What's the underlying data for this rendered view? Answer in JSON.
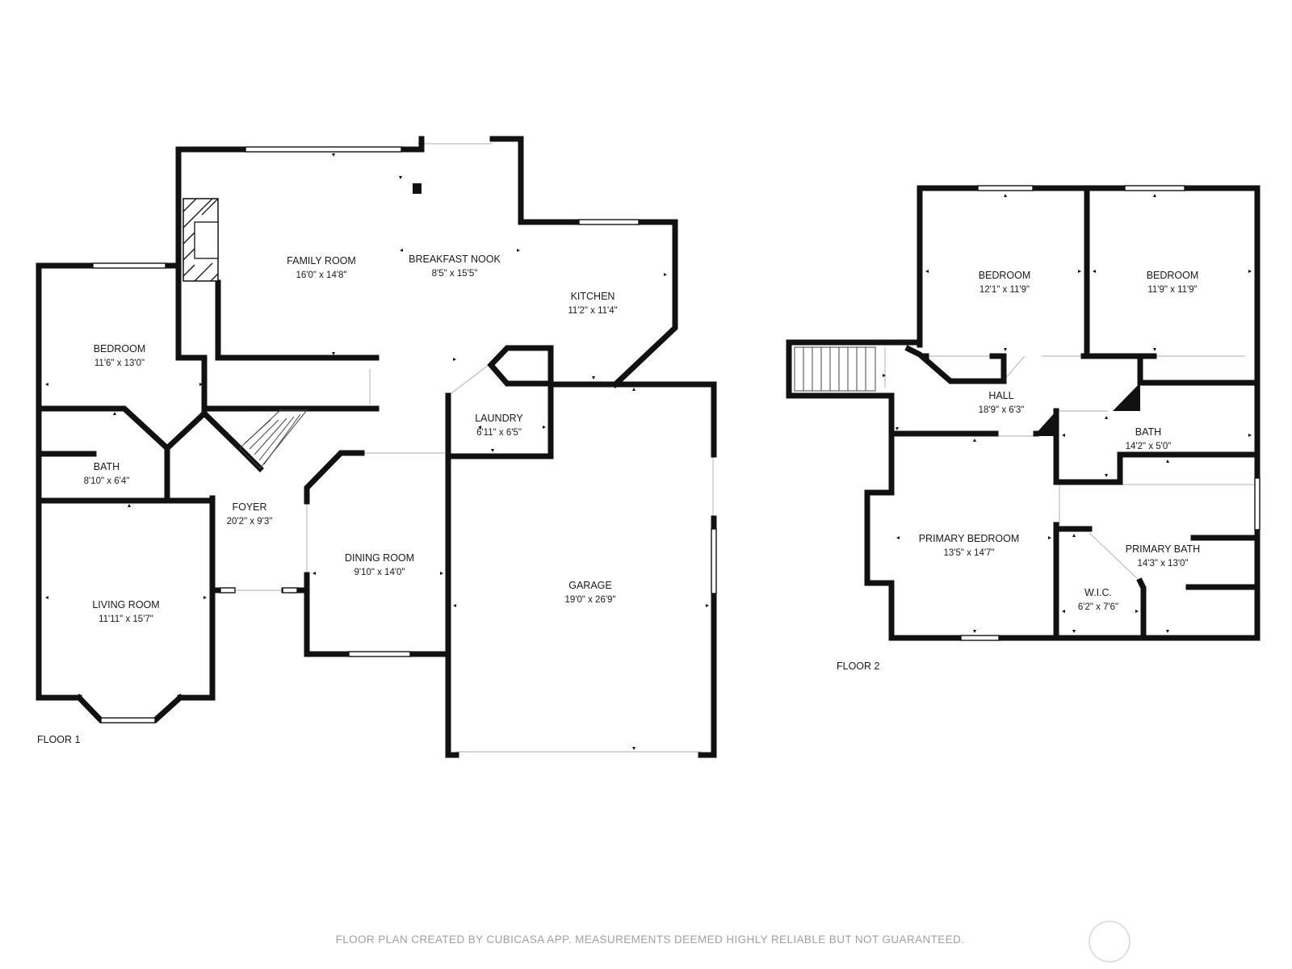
{
  "floor1": {
    "label": "FLOOR 1",
    "rooms": {
      "family_room": {
        "name": "FAMILY ROOM",
        "dims": "16'0\" x 14'8\""
      },
      "breakfast_nook": {
        "name": "BREAKFAST NOOK",
        "dims": "8'5\" x 15'5\""
      },
      "kitchen": {
        "name": "KITCHEN",
        "dims": "11'2\" x 11'4\""
      },
      "bedroom": {
        "name": "BEDROOM",
        "dims": "11'6\" x 13'0\""
      },
      "bath": {
        "name": "BATH",
        "dims": "8'10\" x 6'4\""
      },
      "laundry": {
        "name": "LAUNDRY",
        "dims": "6'11\" x 6'5\""
      },
      "foyer": {
        "name": "FOYER",
        "dims": "20'2\" x 9'3\""
      },
      "dining_room": {
        "name": "DINING ROOM",
        "dims": "9'10\" x 14'0\""
      },
      "living_room": {
        "name": "LIVING ROOM",
        "dims": "11'11\" x 15'7\""
      },
      "garage": {
        "name": "GARAGE",
        "dims": "19'0\" x 26'9\""
      }
    }
  },
  "floor2": {
    "label": "FLOOR 2",
    "rooms": {
      "bedroom_1": {
        "name": "BEDROOM",
        "dims": "12'1\" x 11'9\""
      },
      "bedroom_2": {
        "name": "BEDROOM",
        "dims": "11'9\" x 11'9\""
      },
      "hall": {
        "name": "HALL",
        "dims": "18'9\" x 6'3\""
      },
      "bath": {
        "name": "BATH",
        "dims": "14'2\" x 5'0\""
      },
      "primary_bedroom": {
        "name": "PRIMARY BEDROOM",
        "dims": "13'5\" x 14'7\""
      },
      "primary_bath": {
        "name": "PRIMARY BATH",
        "dims": "14'3\" x 13'0\""
      },
      "wic": {
        "name": "W.I.C.",
        "dims": "6'2\" x 7'6\""
      }
    }
  },
  "footer": {
    "disclaimer": "FLOOR PLAN CREATED BY CUBICASA APP. MEASUREMENTS DEEMED HIGHLY RELIABLE BUT NOT GUARANTEED."
  },
  "colors": {
    "wall": "#111111",
    "text": "#1a1a1a",
    "footer_text": "#a0a0a0"
  }
}
